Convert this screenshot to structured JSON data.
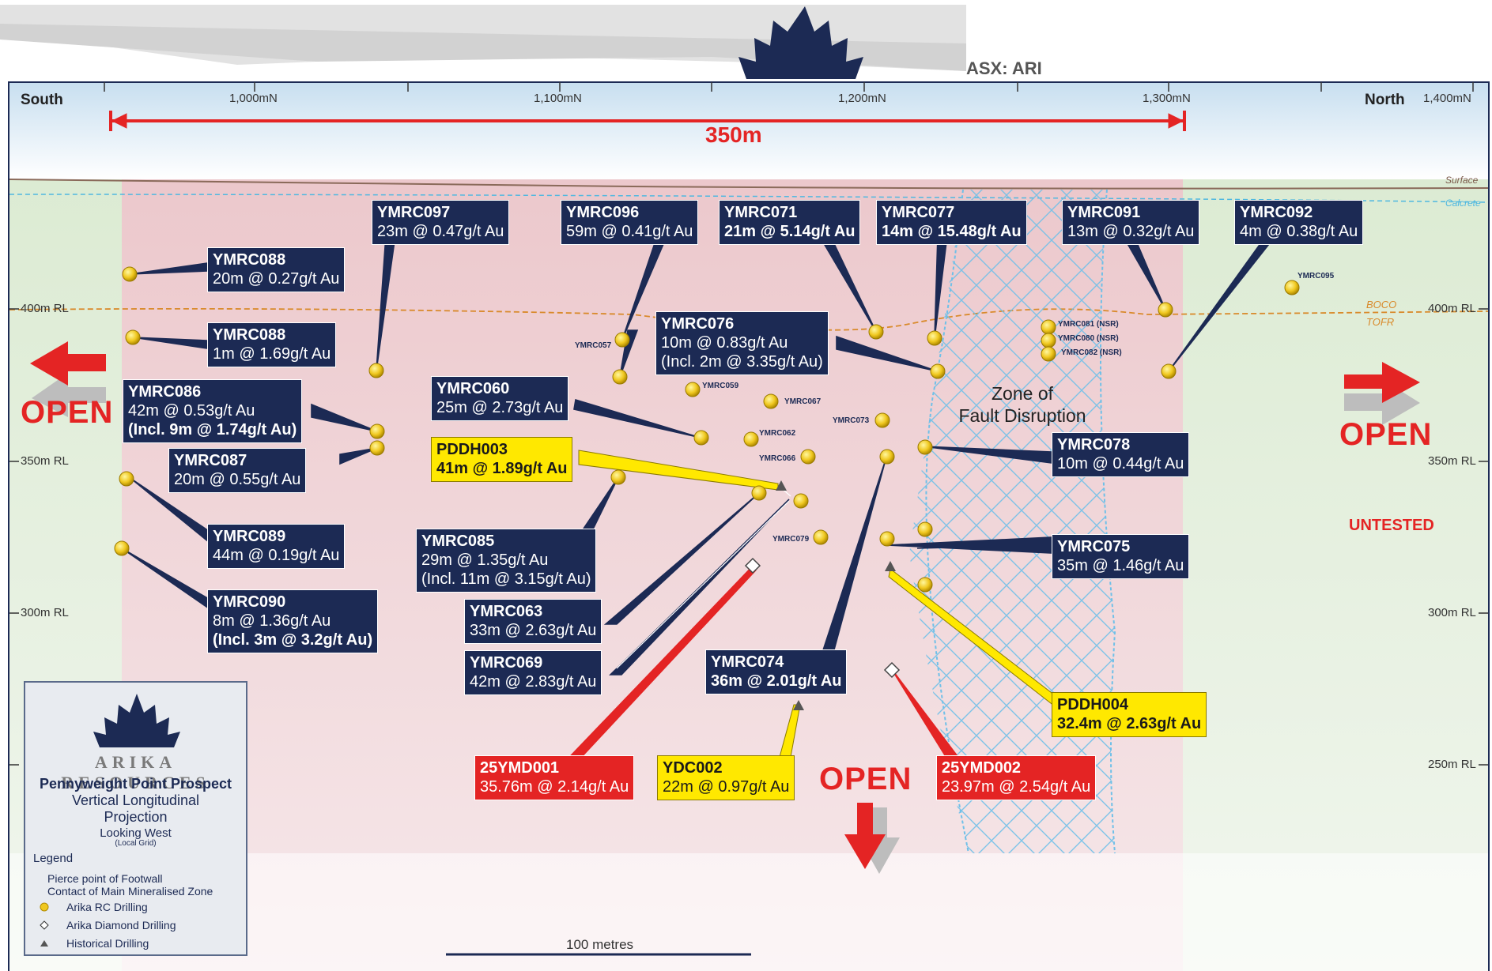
{
  "header": {
    "ticker": "ASX: ARI"
  },
  "axis": {
    "south": "South",
    "north": "North",
    "mn_ticks": [
      "1,000mN",
      "1,100mN",
      "1,200mN",
      "1,300mN",
      "1,400mN"
    ],
    "rl_ticks": [
      "400m RL",
      "350m RL",
      "300m RL",
      "250m RL"
    ],
    "span_label": "350m",
    "surface": "Surface",
    "calcrete": "Calcrete",
    "boco": "BOCO",
    "tofr": "TOFR"
  },
  "zone": {
    "line1": "Zone of",
    "line2": "Fault Disruption"
  },
  "markers": {
    "open": "OPEN",
    "untested": "UNTESTED"
  },
  "scale_bar": "100 metres",
  "labels": {
    "ymrc097": {
      "hole": "YMRC097",
      "l1": "23m @ 0.47g/t Au"
    },
    "ymrc096": {
      "hole": "YMRC096",
      "l1": "59m @ 0.41g/t Au"
    },
    "ymrc071": {
      "hole": "YMRC071",
      "l1": "21m @ 5.14g/t Au"
    },
    "ymrc077": {
      "hole": "YMRC077",
      "l1": "14m @ 15.48g/t Au"
    },
    "ymrc091": {
      "hole": "YMRC091",
      "l1": "13m @ 0.32g/t Au"
    },
    "ymrc092": {
      "hole": "YMRC092",
      "l1": "4m @ 0.38g/t Au"
    },
    "ymrc088a": {
      "hole": "YMRC088",
      "l1": "20m @ 0.27g/t Au"
    },
    "ymrc088b": {
      "hole": "YMRC088",
      "l1": "1m @ 1.69g/t Au"
    },
    "ymrc076": {
      "hole": "YMRC076",
      "l1": "10m @ 0.83g/t Au",
      "l2": "(Incl. 2m @ 3.35g/t Au)"
    },
    "ymrc086": {
      "hole": "YMRC086",
      "l1": "42m @ 0.53g/t Au",
      "l2": "(Incl. 9m @ 1.74g/t Au)"
    },
    "ymrc060": {
      "hole": "YMRC060",
      "l1": "25m @ 2.73g/t Au"
    },
    "ymrc087": {
      "hole": "YMRC087",
      "l1": "20m @ 0.55g/t Au"
    },
    "pddh003": {
      "hole": "PDDH003",
      "l1": "41m @ 1.89g/t Au"
    },
    "ymrc078": {
      "hole": "YMRC078",
      "l1": "10m @ 0.44g/t Au"
    },
    "ymrc089": {
      "hole": "YMRC089",
      "l1": "44m @ 0.19g/t Au"
    },
    "ymrc085": {
      "hole": "YMRC085",
      "l1": "29m @ 1.35g/t Au",
      "l2": "(Incl. 11m @ 3.15g/t Au)"
    },
    "ymrc075": {
      "hole": "YMRC075",
      "l1": "35m @ 1.46g/t Au"
    },
    "ymrc090": {
      "hole": "YMRC090",
      "l1": "8m @ 1.36g/t Au",
      "l2": "(Incl. 3m @ 3.2g/t Au)"
    },
    "ymrc063": {
      "hole": "YMRC063",
      "l1": "33m @ 2.63g/t Au"
    },
    "ymrc069": {
      "hole": "YMRC069",
      "l1": "42m @ 2.83g/t Au"
    },
    "ymrc074": {
      "hole": "YMRC074",
      "l1": "36m @ 2.01g/t Au"
    },
    "pddh004": {
      "hole": "PDDH004",
      "l1": "32.4m @ 2.63g/t Au"
    },
    "ymd001": {
      "hole": "25YMD001",
      "l1": "35.76m @ 2.14g/t Au"
    },
    "ydc002": {
      "hole": "YDC002",
      "l1": "22m @ 0.97g/t Au"
    },
    "ymd002": {
      "hole": "25YMD002",
      "l1": "23.97m @ 2.54g/t Au"
    }
  },
  "small_labels": {
    "ymrc095": "YMRC095",
    "ymrc081": "YMRC081 (NSR)",
    "ymrc080": "YMRC080 (NSR)",
    "ymrc082": "YMRC082 (NSR)",
    "ymrc057": "YMRC057",
    "ymrc059": "YMRC059",
    "ymrc067": "YMRC067",
    "ymrc073": "YMRC073",
    "ymrc062": "YMRC062",
    "ymrc066": "YMRC066",
    "ymrc079": "YMRC079"
  },
  "legend": {
    "brand": "ARIKA RESOURCES",
    "title": "Pennyweight Point Prospect",
    "sub1": "Vertical Longitudinal",
    "sub2": "Projection",
    "sub3": "Looking West",
    "sub4": "(Local Grid)",
    "heading": "Legend",
    "item0a": "Pierce point of Footwall",
    "item0b": "Contact of Main Mineralised Zone",
    "item1": "Arika RC Drilling",
    "item2": "Arika Diamond Drilling",
    "item3": "Historical Drilling"
  },
  "colors": {
    "navy": "#1c2a54",
    "red": "#e42424",
    "yellow": "#ffe800",
    "fault": "#5fb6e0",
    "boco": "#d98a2b"
  }
}
